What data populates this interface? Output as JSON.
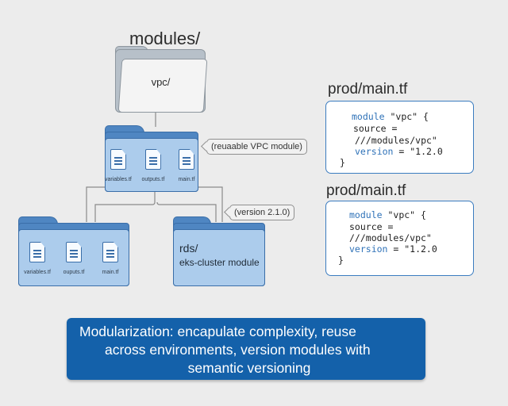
{
  "diagram": {
    "root": {
      "title": "modules/",
      "folder_label": "vpc/"
    },
    "vpc_module": {
      "files": [
        "variables.tf",
        "outputs.tf",
        "main.tf"
      ],
      "callout": "(reuaable VPC module)"
    },
    "left_module": {
      "files": [
        "variables.tf",
        "ouputs.tf",
        "main.tf"
      ]
    },
    "rds_module": {
      "title": "rds/",
      "subtitle": "eks-cluster module",
      "callout": "(version 2.1.0)"
    },
    "colors": {
      "folder_blue": "#4f86c2",
      "folder_light": "#acccec",
      "code_keyword": "#2f72b8",
      "summary_bg": "#1461aa"
    }
  },
  "code_panels": [
    {
      "title": "prod/main.tf",
      "lines": [
        {
          "kw": "module",
          "rest": " \"vpc\" {"
        },
        {
          "kw": "",
          "rest": "source ="
        },
        {
          "kw": "",
          "rest": "///modules/vpc\""
        },
        {
          "kw": "version",
          "rest": " = \"1.2.0"
        },
        {
          "kw": "",
          "rest": "}"
        }
      ]
    },
    {
      "title": "prod/main.tf",
      "lines": [
        {
          "kw": "module",
          "rest": " \"vpc\" {"
        },
        {
          "kw": "",
          "rest": "source ="
        },
        {
          "kw": "",
          "rest": "///modules/vpc\""
        },
        {
          "kw": "version",
          "rest": " = \"1.2.0"
        },
        {
          "kw": "",
          "rest": "}"
        }
      ]
    }
  ],
  "summary": {
    "lines": [
      "Modularization: encapulate complexity, reuse",
      "across environments, version modules with",
      "semantic versioning"
    ]
  }
}
